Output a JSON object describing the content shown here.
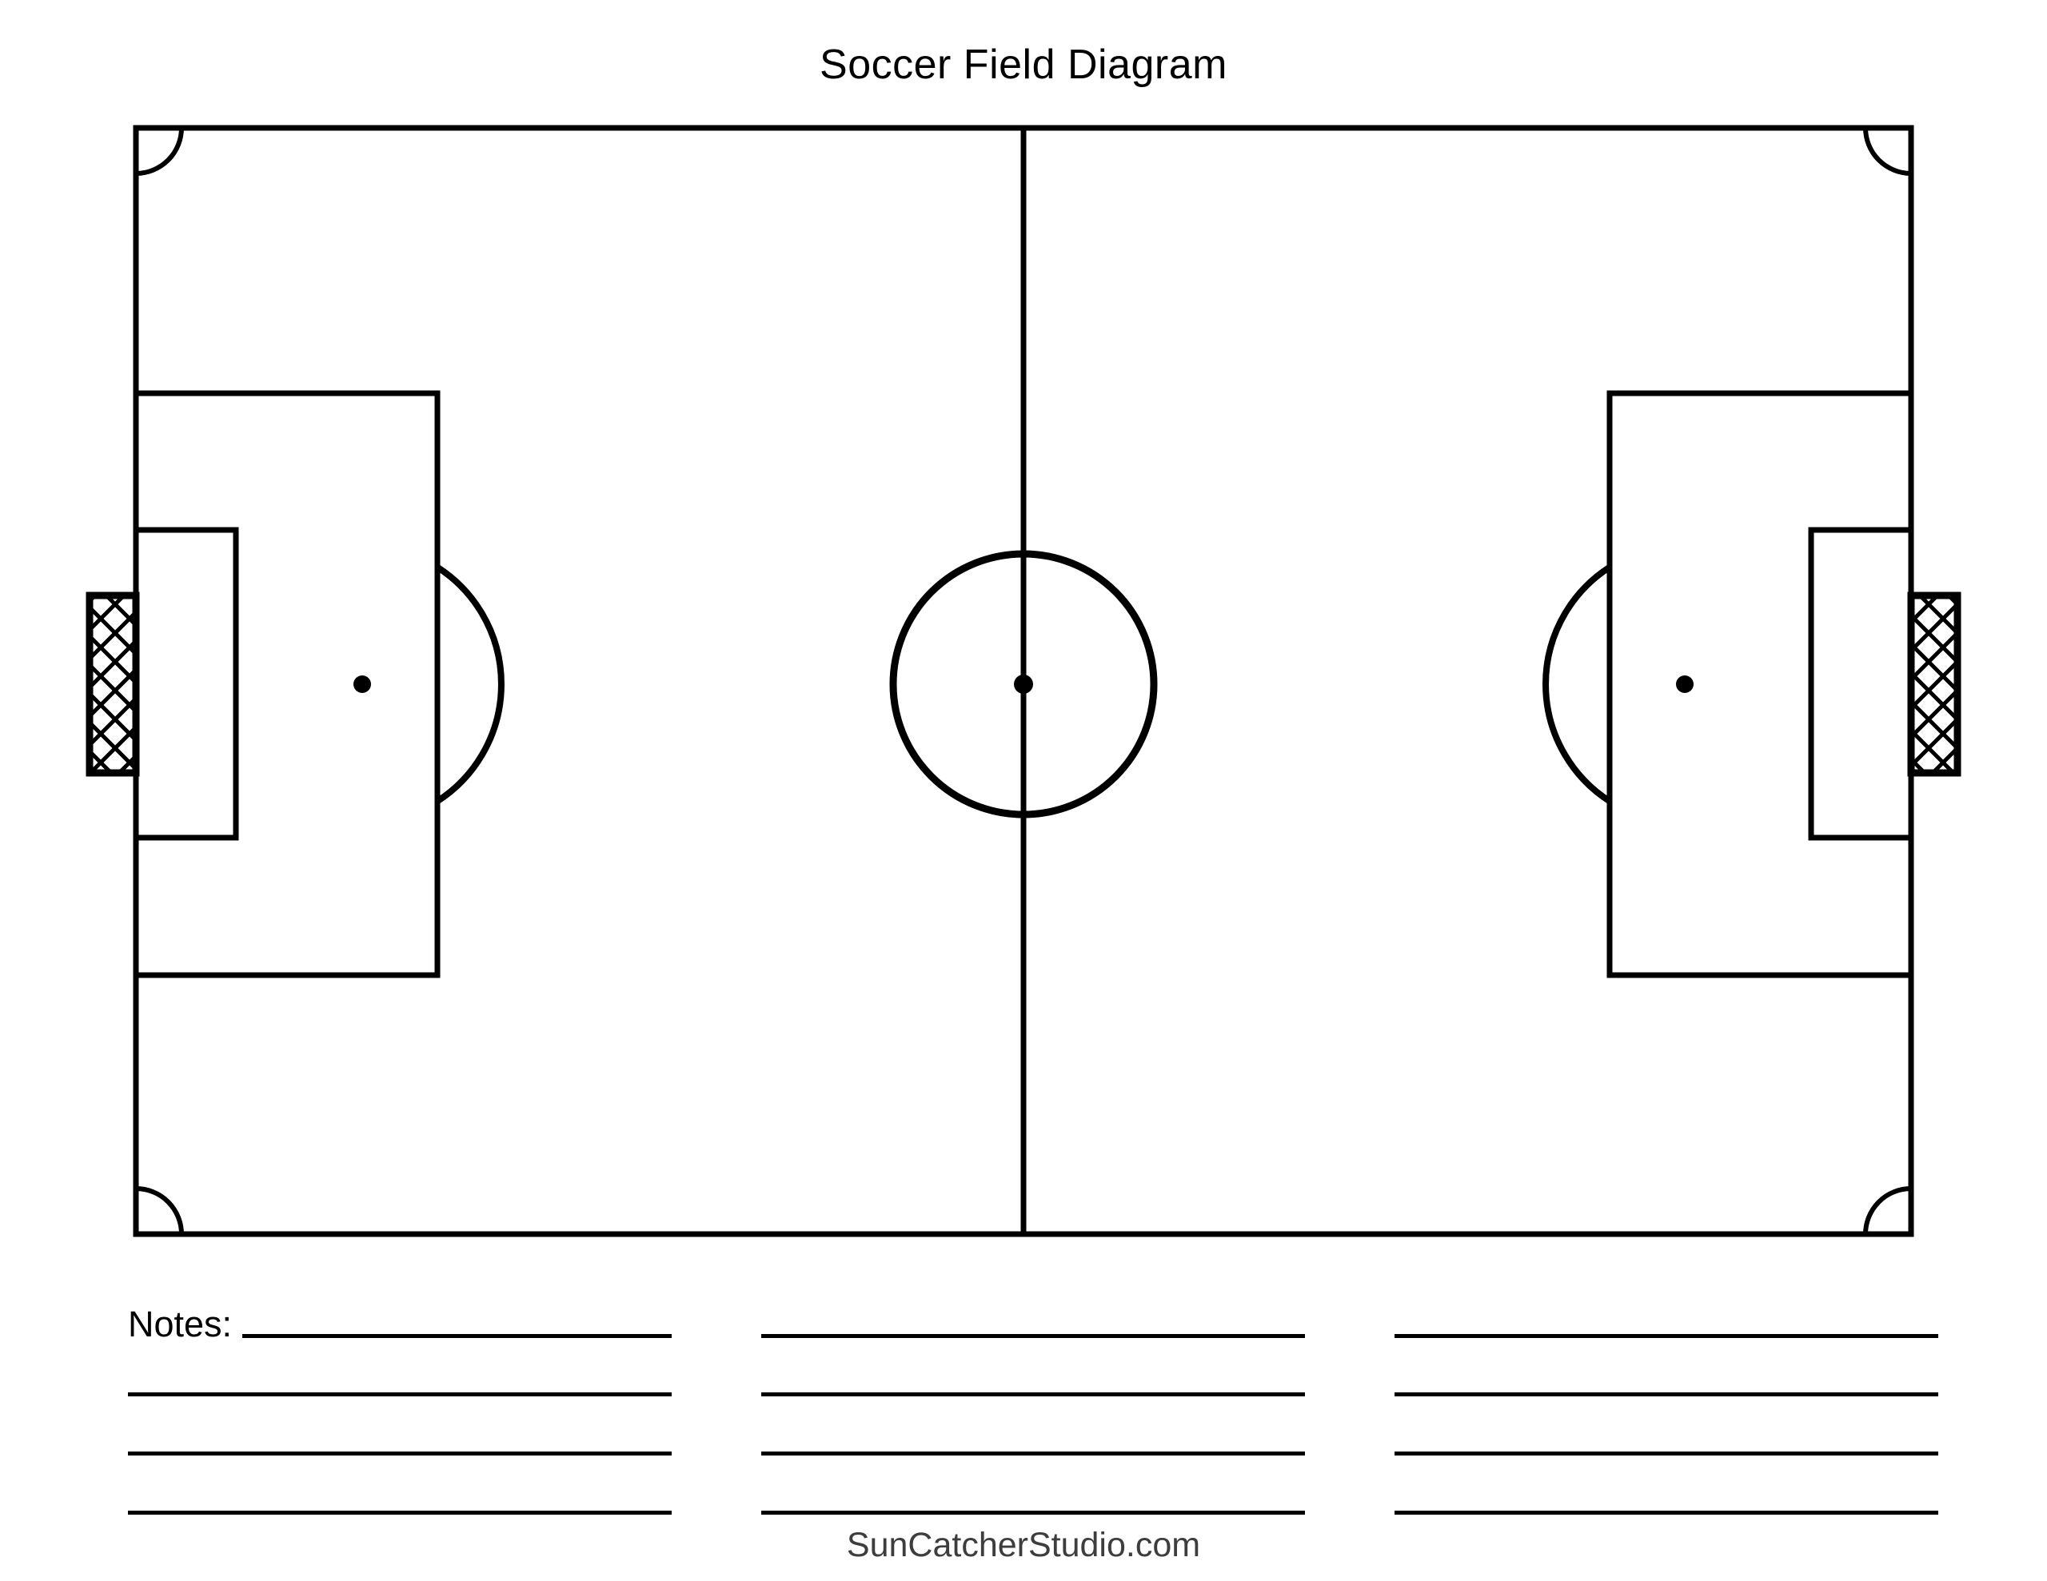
{
  "page": {
    "title": "Soccer Field Diagram"
  },
  "colors": {
    "line": "#000000",
    "background": "#ffffff",
    "footer_text": "#3d3d3d",
    "title_text": "#000000"
  },
  "field": {
    "kind": "soccer-field",
    "markings": [
      "field-boundary",
      "halfway-line",
      "center-circle",
      "center-spot",
      "penalty-area-left",
      "penalty-area-right",
      "goal-area-left",
      "goal-area-right",
      "penalty-spot-left",
      "penalty-spot-right",
      "penalty-arc-left",
      "penalty-arc-right",
      "goal-left",
      "goal-right",
      "corner-arc-top-left",
      "corner-arc-top-right",
      "corner-arc-bottom-left",
      "corner-arc-bottom-right"
    ]
  },
  "notes": {
    "label": "Notes:",
    "columns": 3,
    "lines_per_column": 4
  },
  "footer": {
    "site": "SunCatcherStudio.com"
  }
}
